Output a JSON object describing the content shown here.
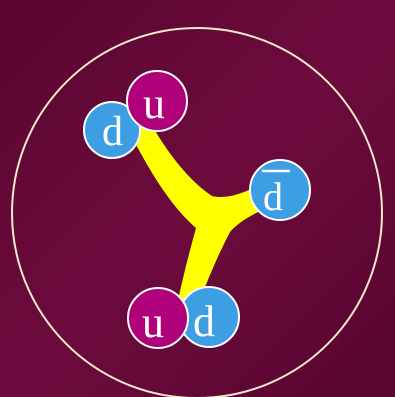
{
  "colors": {
    "background": "#6a0a3a",
    "circle_outline": "#f4e9c8",
    "flux_tube": "#ffff00",
    "quark_red": "#b0007a",
    "quark_blue": "#3d9ee4",
    "quark_outline": "#ffffff"
  },
  "quarks": {
    "top_d": "d",
    "top_u": "u",
    "right_dbar": "d",
    "bottom_u": "u",
    "bottom_d": "d"
  }
}
